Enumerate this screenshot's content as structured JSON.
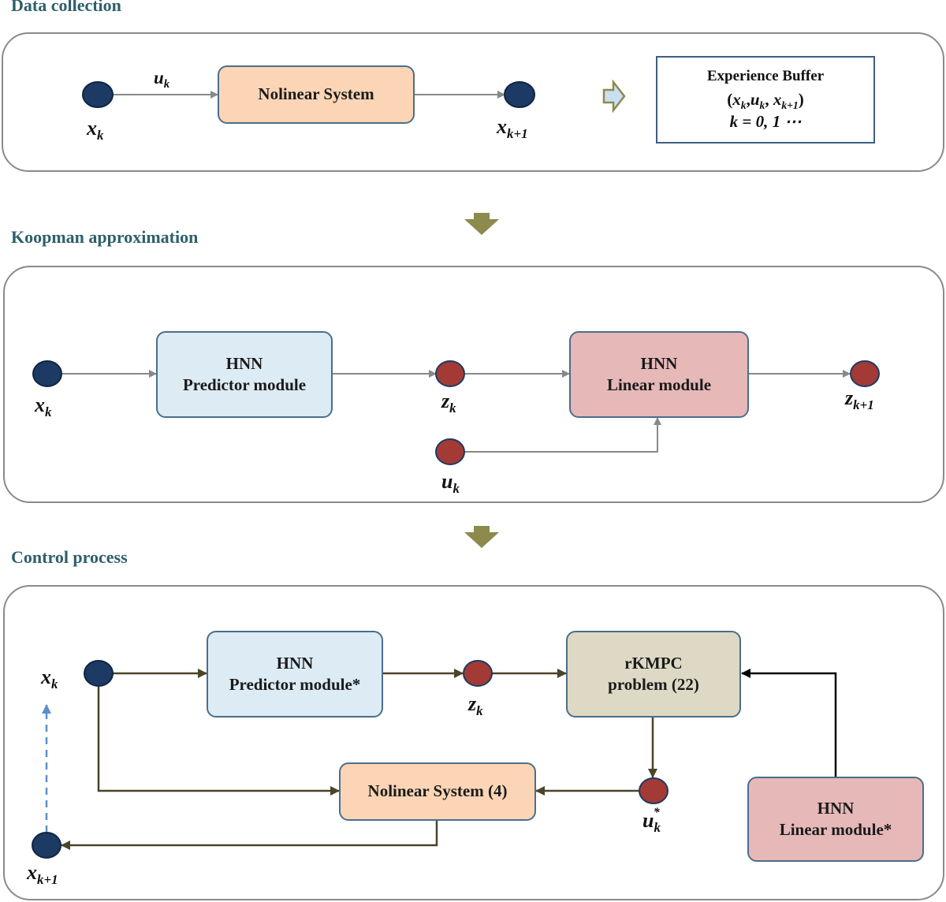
{
  "sections": {
    "data_collection": "Data collection",
    "koopman": "Koopman approximation",
    "control": "Control process"
  },
  "data_collection": {
    "state_label": "x",
    "state_sub": "k",
    "input_label": "u",
    "input_sub": "k",
    "system_label": "Nolinear System",
    "next_label": "x",
    "next_sub": "k+1",
    "buffer_title": "Experience Buffer",
    "buffer_tuple": "(x_k, u_k, x_{k+1})",
    "buffer_tuple_parts": {
      "open": "(",
      "x": "x",
      "xs": "k",
      "u": "u",
      "us": "k",
      "x2": "x",
      "x2s": "k+1",
      "close": ")",
      "sep": ","
    },
    "buffer_index": "k = 0, 1 ⋯"
  },
  "koopman": {
    "state_label": "x",
    "state_sub": "k",
    "predictor_title": "HNN",
    "predictor_label": "Predictor module",
    "latent_label": "z",
    "latent_sub": "k",
    "linear_title": "HNN",
    "linear_label": "Linear module",
    "next_latent_label": "z",
    "next_latent_sub": "k+1",
    "input_label": "u",
    "input_sub": "k"
  },
  "control": {
    "state_label": "x",
    "state_sub": "k",
    "predictor_title": "HNN",
    "predictor_label": "Predictor module*",
    "latent_label": "z",
    "latent_sub": "k",
    "mpc_title": "rKMPC",
    "mpc_label": "problem (22)",
    "opt_input_label": "u",
    "opt_input_sub": "k",
    "opt_input_sup": "*",
    "system_label": "Nolinear System (4)",
    "next_label": "x",
    "next_sub": "k+1",
    "linear_title": "HNN",
    "linear_label": "Linear module*"
  },
  "colors": {
    "state_node": "#1c3a63",
    "latent_node": "#a33a35",
    "gray_arrow": "#888888",
    "dark_arrow": "#4a4428",
    "dashed_arrow": "#5b8fc9",
    "transition_arrow": "#8c8a4c",
    "title": "#2e5f6b"
  }
}
